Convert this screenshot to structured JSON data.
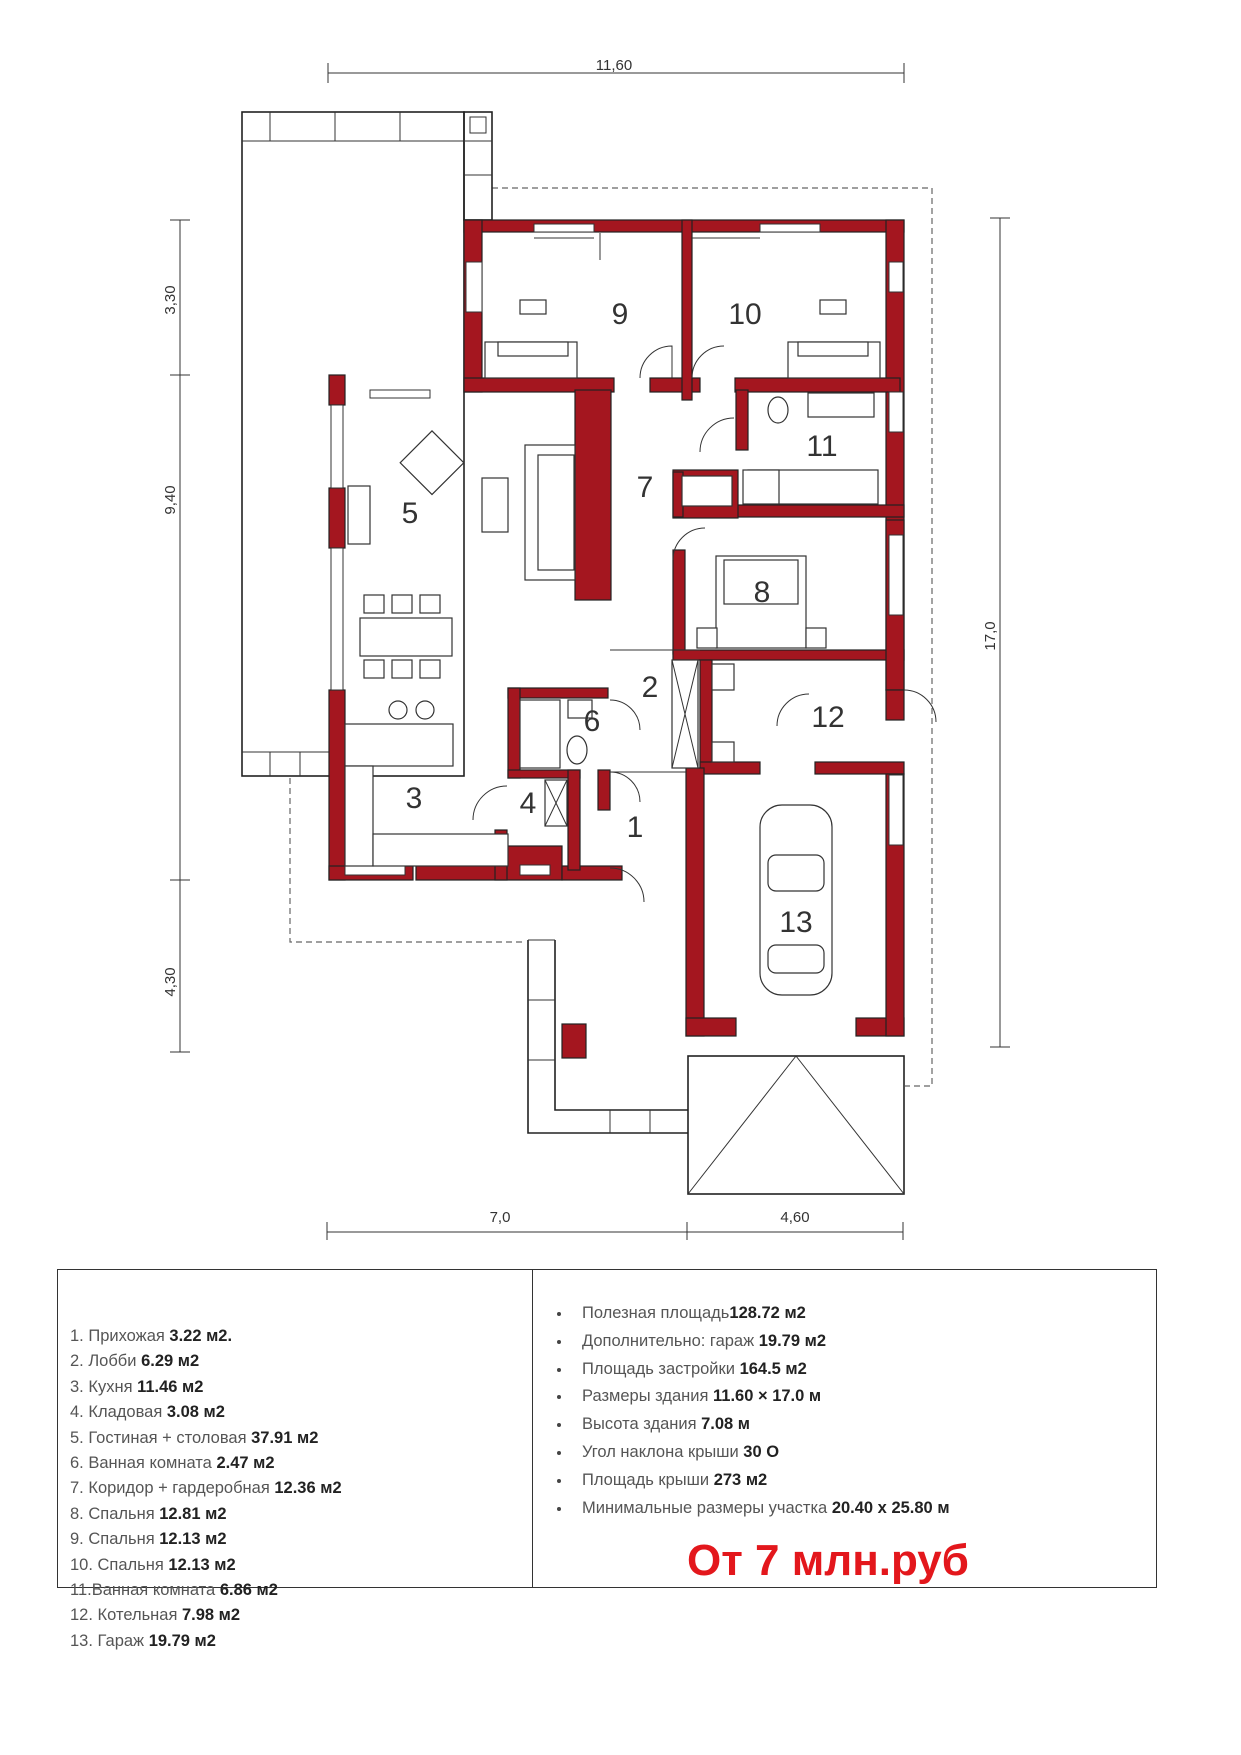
{
  "dimensions": {
    "top": "11,60",
    "left_top": "3,30",
    "left_middle": "9,40",
    "left_bottom": "4,30",
    "right": "17,0",
    "bottom_left": "7,0",
    "bottom_right": "4,60"
  },
  "room_numbers": [
    "1",
    "2",
    "3",
    "4",
    "5",
    "6",
    "7",
    "8",
    "9",
    "10",
    "11",
    "12",
    "13"
  ],
  "rooms": [
    {
      "label": "1. Прихожая ",
      "area": "3.22 м2."
    },
    {
      "label": "2. Лобби ",
      "area": "6.29 м2"
    },
    {
      "label": "3. Кухня ",
      "area": "11.46 м2"
    },
    {
      "label": "4. Кладовая ",
      "area": "3.08 м2"
    },
    {
      "label": "5. Гостиная + столовая ",
      "area": "37.91 м2"
    },
    {
      "label": "6. Ванная комната ",
      "area": "2.47 м2"
    },
    {
      "label": "7. Коридор + гардеробная ",
      "area": "12.36 м2"
    },
    {
      "label": "8. Спальня ",
      "area": "12.81 м2"
    },
    {
      "label": "9. Спальня ",
      "area": "12.13 м2"
    },
    {
      "label": "10. Спальня ",
      "area": "12.13 м2"
    },
    {
      "label": "11.Ванная комната ",
      "area": "6.86 м2"
    },
    {
      "label": "12. Котельная ",
      "area": "7.98 м2"
    },
    {
      "label": "13. Гараж ",
      "area": "19.79 м2"
    }
  ],
  "specs": [
    {
      "label": "Полезная площадь",
      "value": "128.72 м2"
    },
    {
      "label": "Дополнительно: гараж ",
      "value": "19.79 м2"
    },
    {
      "label": "Площадь застройки ",
      "value": "164.5 м2"
    },
    {
      "label": "Размеры здания ",
      "value": "11.60 × 17.0 м"
    },
    {
      "label": "Высота здания ",
      "value": "7.08 м"
    },
    {
      "label": "Угол наклона крыши ",
      "value": "30 О"
    },
    {
      "label": "Площадь крыши ",
      "value": "273 м2"
    },
    {
      "label": "Минимальные размеры участка ",
      "value": "20.40 x 25.80 м"
    }
  ],
  "price": "От 7 млн.руб",
  "colors": {
    "wall": "#a4161f",
    "price": "#e3171c"
  }
}
